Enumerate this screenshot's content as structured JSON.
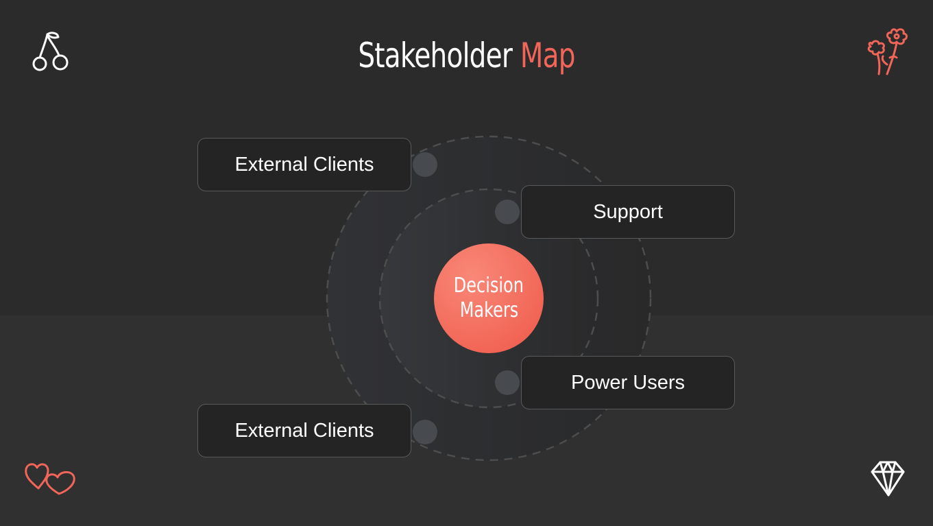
{
  "title": {
    "main": "Stakeholder",
    "accent": "Map"
  },
  "center": {
    "line1": "Decision",
    "line2": "Makers"
  },
  "stakeholders": [
    {
      "label": "External Clients"
    },
    {
      "label": "Support"
    },
    {
      "label": "Power Users"
    },
    {
      "label": "External Clients"
    }
  ],
  "colors": {
    "background": "#2b2b2b",
    "accent": "#f2665a",
    "box": "#242424",
    "box_border": "#5a5a5a",
    "ring_dash": "#4d4d4d",
    "node_dot": "#474a4e"
  },
  "icons": {
    "top_left": "cherry-icon",
    "top_right": "flowers-icon",
    "bottom_left": "hearts-icon",
    "bottom_right": "diamond-icon"
  }
}
